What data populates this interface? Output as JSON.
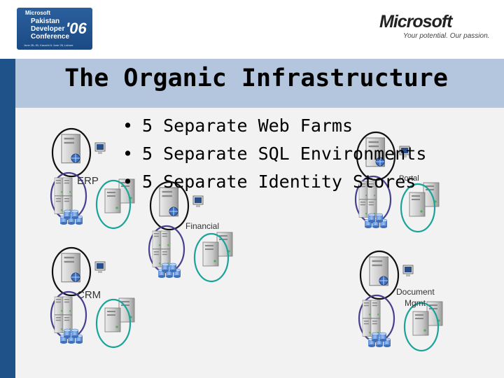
{
  "header": {
    "badge": {
      "brand": "Microsoft",
      "line1": "Pakistan",
      "line2": "Developer",
      "line3": "Conference",
      "year": "'06",
      "dates": "June 28–30, Karachi & June 28, Lahore"
    },
    "logo": {
      "wordmark": "Microsoft",
      "tagline": "Your potential. Our passion."
    }
  },
  "slide": {
    "title": "The Organic Infrastructure",
    "bullets": [
      "5 Separate Web Farms",
      "5 Separate SQL Environments",
      "5 Separate Identity Stores"
    ],
    "bullet_glyph": "•"
  },
  "diagram": {
    "labels": {
      "erp": "ERP",
      "portal": "Portal",
      "financial": "Financial",
      "crm": "CRM",
      "document": "Document",
      "mgmt": "Mgmt"
    }
  },
  "colors": {
    "sideband": "#1f5288",
    "titlebar": "#b4c6dd",
    "content_bg": "#f2f2f2",
    "web_ring": "#111111",
    "identity_ring": "#46408f",
    "sql_ring": "#1aa39a"
  }
}
